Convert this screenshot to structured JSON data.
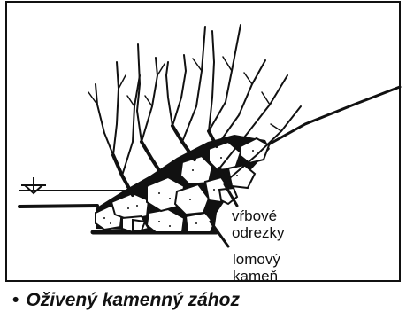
{
  "diagram": {
    "labels": {
      "willow": [
        "vŕbové",
        "odrezky"
      ],
      "stone": [
        "lomový",
        "kameň"
      ]
    },
    "caption": {
      "bullet": "•",
      "text": "Oživený kamenný zához"
    },
    "colors": {
      "ink": "#111111",
      "paper": "#ffffff"
    }
  }
}
